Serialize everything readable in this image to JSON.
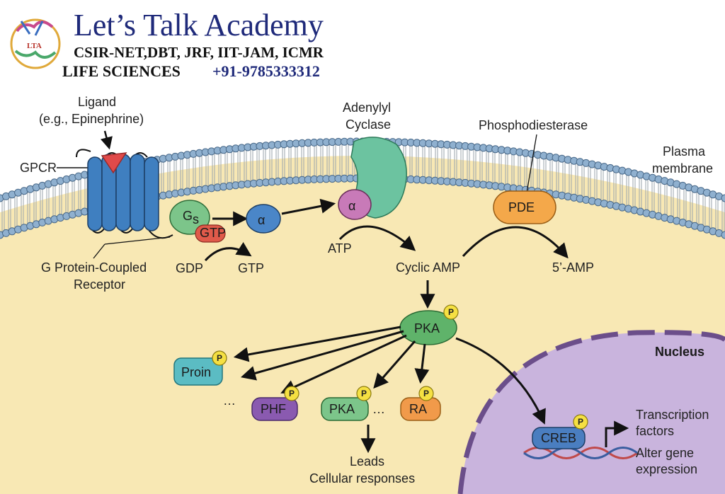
{
  "brand": {
    "title": "Let’s Talk Academy",
    "subtitle": "CSIR-NET,DBT, JRF, IIT-JAM, ICMR",
    "line3": "LIFE SCIENCES",
    "phone": "+91-9785333312",
    "logo_text": "LTA"
  },
  "labels": {
    "ligand_1": "Ligand",
    "ligand_2": "(e.g., Epinephrine)",
    "gpcr": "GPCR",
    "adenylyl_1": "Adenylyl",
    "adenylyl_2": "Cyclase",
    "pde_full": "Phosphodiesterase",
    "plasma_1": "Plasma",
    "plasma_2": "membrane",
    "gpcr_full_1": "G Protein-Coupled",
    "gpcr_full_2": "Receptor",
    "gdp": "GDP",
    "gtp_out": "GTP",
    "atp": "ATP",
    "camp": "Cyclic AMP",
    "amp5": "5’-AMP",
    "nucleus": "Nucleus",
    "ellipsis": "…",
    "leads_1": "Leads",
    "leads_2": "Cellular responses",
    "tf_1": "Transcription",
    "tf_2": "factors",
    "tf_3": "Alter gene",
    "tf_4": "expression"
  },
  "nodes": {
    "gs": "G",
    "gs_sub": "s",
    "gtp_pill": "GTP",
    "alpha": "α",
    "alpha2": "α",
    "pde": "PDE",
    "pka": "PKA",
    "proin": "Proin",
    "phf": "PHF",
    "pka2": "PKA",
    "ra": "RA",
    "creb": "CREB",
    "p": "P"
  },
  "colors": {
    "cytoplasm": "#f8e8b4",
    "membrane_head": "#8fb0cf",
    "receptor": "#3f7fc0",
    "gs": "#7cc58a",
    "gtp": "#e05a4a",
    "alpha": "#4a86c8",
    "alpha_cyclase": "#c87ab8",
    "cyclase": "#6cc3a0",
    "pde": "#f4a84a",
    "pka": "#5fb36a",
    "proin": "#5bbcc3",
    "phf": "#8a5ab0",
    "ra": "#f19a4a",
    "creb": "#4a7ec0",
    "nucleus": "#c9b4dd",
    "phospho": "#f5e042",
    "ligand": "#e04a4a"
  }
}
